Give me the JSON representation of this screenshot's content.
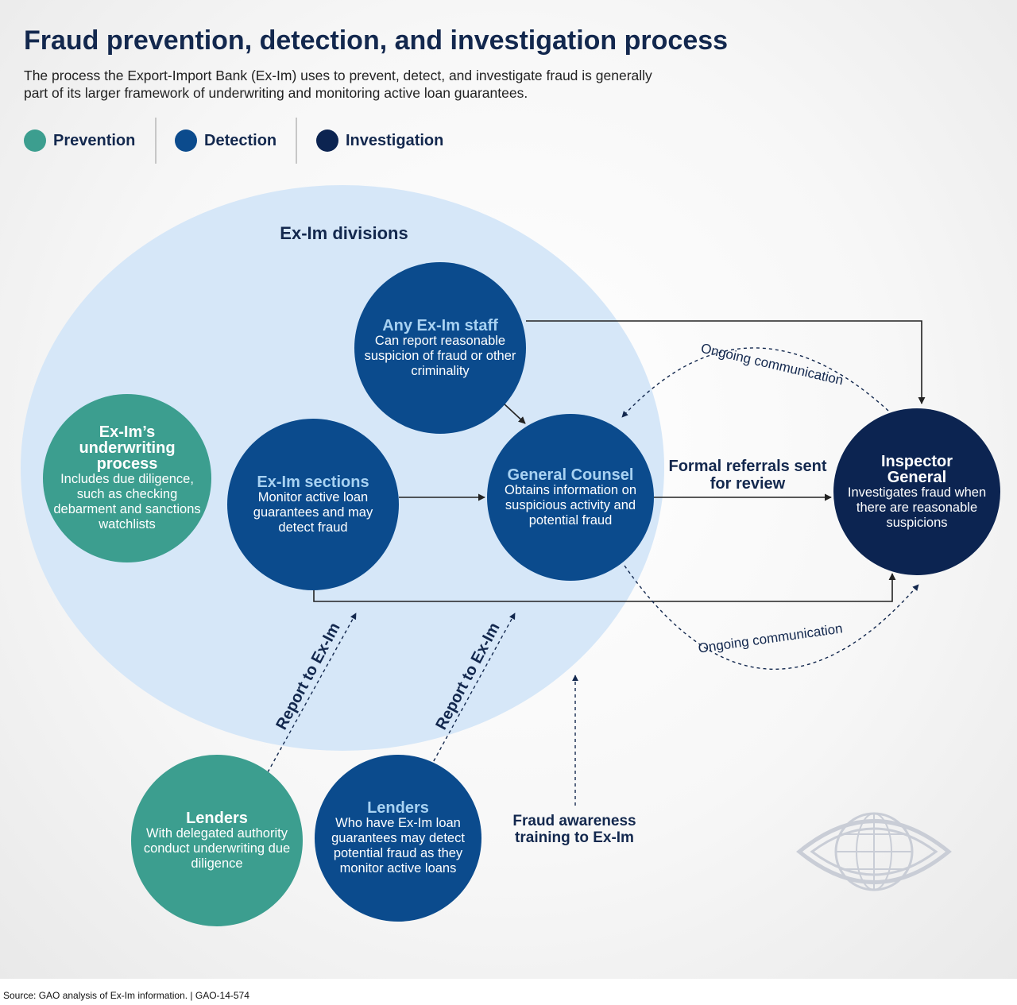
{
  "title": "Fraud prevention, detection, and investigation process",
  "subtitle": "The process the Export-Import Bank (Ex-Im) uses to prevent, detect, and investigate fraud is generally part of its larger framework of underwriting and monitoring active loan guarantees.",
  "legend": {
    "prevention": {
      "label": "Prevention",
      "color": "#3c9e8f"
    },
    "detection": {
      "label": "Detection",
      "color": "#0b4b8d"
    },
    "investigation": {
      "label": "Investigation",
      "color": "#0c2451"
    }
  },
  "region_label": "Ex-Im divisions",
  "nodes": {
    "underwriting": {
      "title": "Ex-Im’s underwriting process",
      "text": "Includes due diligence, such as checking debarment and sanctions watchlists"
    },
    "sections": {
      "title": "Ex-Im sections",
      "text": "Monitor active loan guarantees and may detect fraud"
    },
    "staff": {
      "title": "Any Ex-Im staff",
      "text": "Can report reasonable suspicion of fraud or other criminality"
    },
    "counsel": {
      "title": "General Counsel",
      "text": "Obtains information on suspicious activity and potential fraud"
    },
    "inspector": {
      "title": "Inspector General",
      "text": "Investigates fraud when there are reasonable suspicions"
    },
    "lenders_delegated": {
      "title": "Lenders",
      "text": "With delegated authority conduct underwriting due diligence"
    },
    "lenders_guarantees": {
      "title": "Lenders",
      "text": "Who have Ex-Im loan guarantees may detect potential fraud as they monitor active loans"
    }
  },
  "labels": {
    "formal_referrals": "Formal referrals sent for review",
    "ongoing_top": "Ongoing communication",
    "ongoing_bottom": "Ongoing communication",
    "report_left": "Report to Ex-Im",
    "report_right": "Report to Ex-Im",
    "training": "Fraud awareness training to Ex-Im"
  },
  "source": "Source: GAO analysis of Ex-Im information.  |  GAO-14-574"
}
